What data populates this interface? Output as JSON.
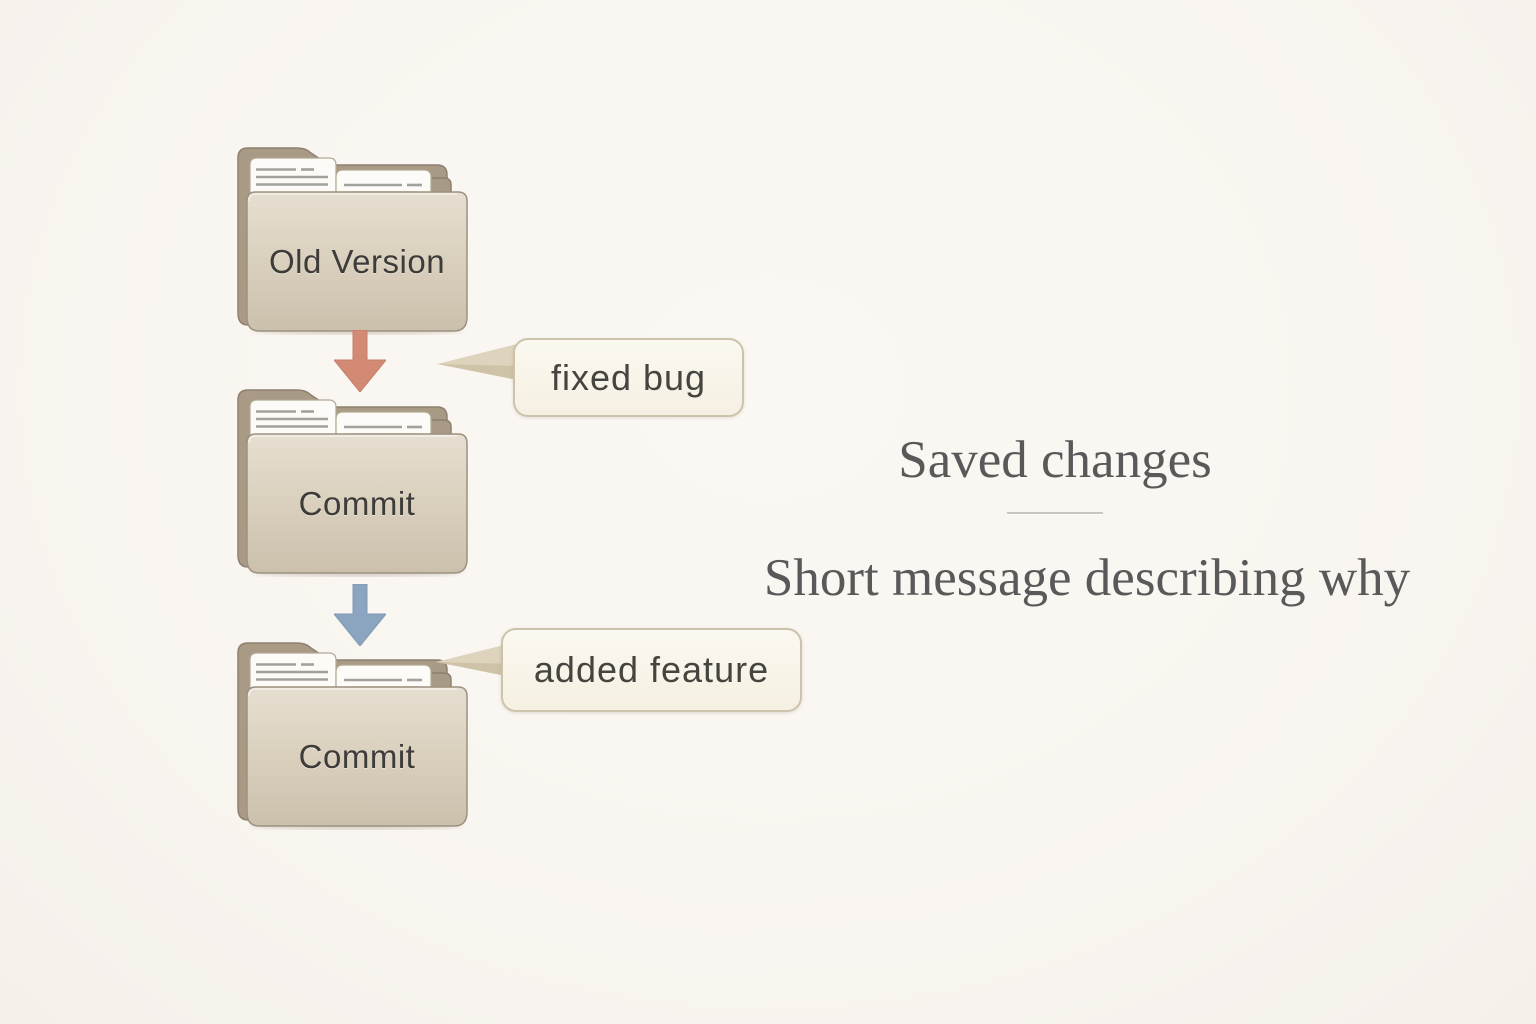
{
  "diagram": {
    "background_color": "#f9f5f0",
    "folders": [
      {
        "icon": "folder-icon",
        "label": "Old Version"
      },
      {
        "icon": "folder-icon",
        "label": "Commit"
      },
      {
        "icon": "folder-icon",
        "label": "Commit"
      }
    ],
    "arrows": [
      {
        "icon": "down-arrow-icon",
        "color": "#d28a74",
        "edge": "#c67e68"
      },
      {
        "icon": "down-arrow-icon",
        "color": "#8ba5c1",
        "edge": "#7e99b6"
      }
    ],
    "bubbles": [
      {
        "icon": "speech-bubble",
        "label": "fixed bug"
      },
      {
        "icon": "speech-bubble",
        "label": "added feature"
      }
    ],
    "annotation": {
      "title": "Saved changes",
      "subtitle": "Short message describing why",
      "text_color": "#59595a"
    },
    "palette": {
      "folder_back": "#a89a85",
      "folder_front_top": "#e6dfd1",
      "folder_front_bottom": "#cbc0ac",
      "bubble_border": "#cdc3ad",
      "bubble_fill": "#f8f4e9"
    }
  }
}
